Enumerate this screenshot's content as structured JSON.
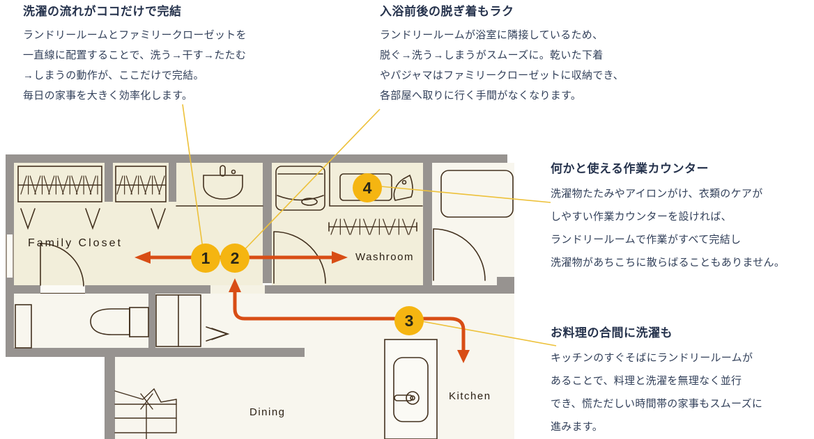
{
  "annotations": [
    {
      "title": "洗濯の流れがココだけで完結",
      "lines": [
        "ランドリールームとファミリークローゼットを",
        "一直線に配置することで、洗う→干す→たたむ",
        "→しまうの動作が、ここだけで完結。",
        "毎日の家事を大きく効率化します。"
      ]
    },
    {
      "title": "入浴前後の脱ぎ着もラク",
      "lines": [
        "ランドリールームが浴室に隣接しているため、",
        "脱ぐ→洗う→しまうがスムーズに。乾いた下着",
        "やパジャマはファミリークローゼットに収納でき、",
        "各部屋へ取りに行く手間がなくなります。"
      ]
    },
    {
      "title": "何かと使える作業カウンター",
      "lines": [
        "洗濯物たたみやアイロンがけ、衣類のケアが",
        "しやすい作業カウンターを設ければ、",
        "ランドリールームで作業がすべて完結し",
        "洗濯物があちこちに散らばることもありません。"
      ]
    },
    {
      "title": "お料理の合間に洗濯も",
      "lines": [
        "キッチンのすぐそばにランドリールームが",
        "あることで、料理と洗濯を無理なく並行",
        "でき、慌ただしい時間帯の家事もスムーズに",
        "進みます。"
      ]
    }
  ],
  "plan": {
    "rooms": {
      "family_closet": "Family Closet",
      "washroom": "Washroom",
      "dining": "Dining",
      "kitchen": "Kitchen"
    },
    "markers": [
      "1",
      "2",
      "3",
      "4"
    ]
  },
  "colors": {
    "marker_yellow": "#f5b511",
    "flow_arrow_red": "#d84d15",
    "connector_yellow": "#edc13a",
    "wall_gray": "#979390",
    "room_cream": "#f2eeda",
    "room_light": "#f8f6ee",
    "plan_line_brown": "#43311f",
    "text_navy": "#32405a"
  }
}
